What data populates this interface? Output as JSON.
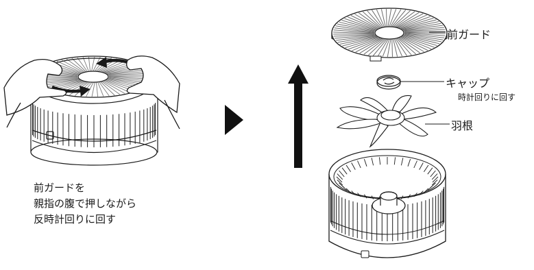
{
  "instruction": {
    "lines": [
      "前ガードを",
      "親指の腹で押しながら",
      "反時計回りに回す"
    ]
  },
  "parts": {
    "front_guard": "前ガード",
    "cap": "キャップ",
    "cap_note": "時計回りに回す",
    "blade": "羽根"
  },
  "icons": {
    "step_arrow": "right-triangle-icon",
    "lift_arrow": "up-arrow-icon",
    "rotate_arrows": "counterclockwise-arrows-icon"
  },
  "colors": {
    "line": "#1a1a1a",
    "arrow_fill": "#111111",
    "guard_gray": "#8a8a8a"
  }
}
